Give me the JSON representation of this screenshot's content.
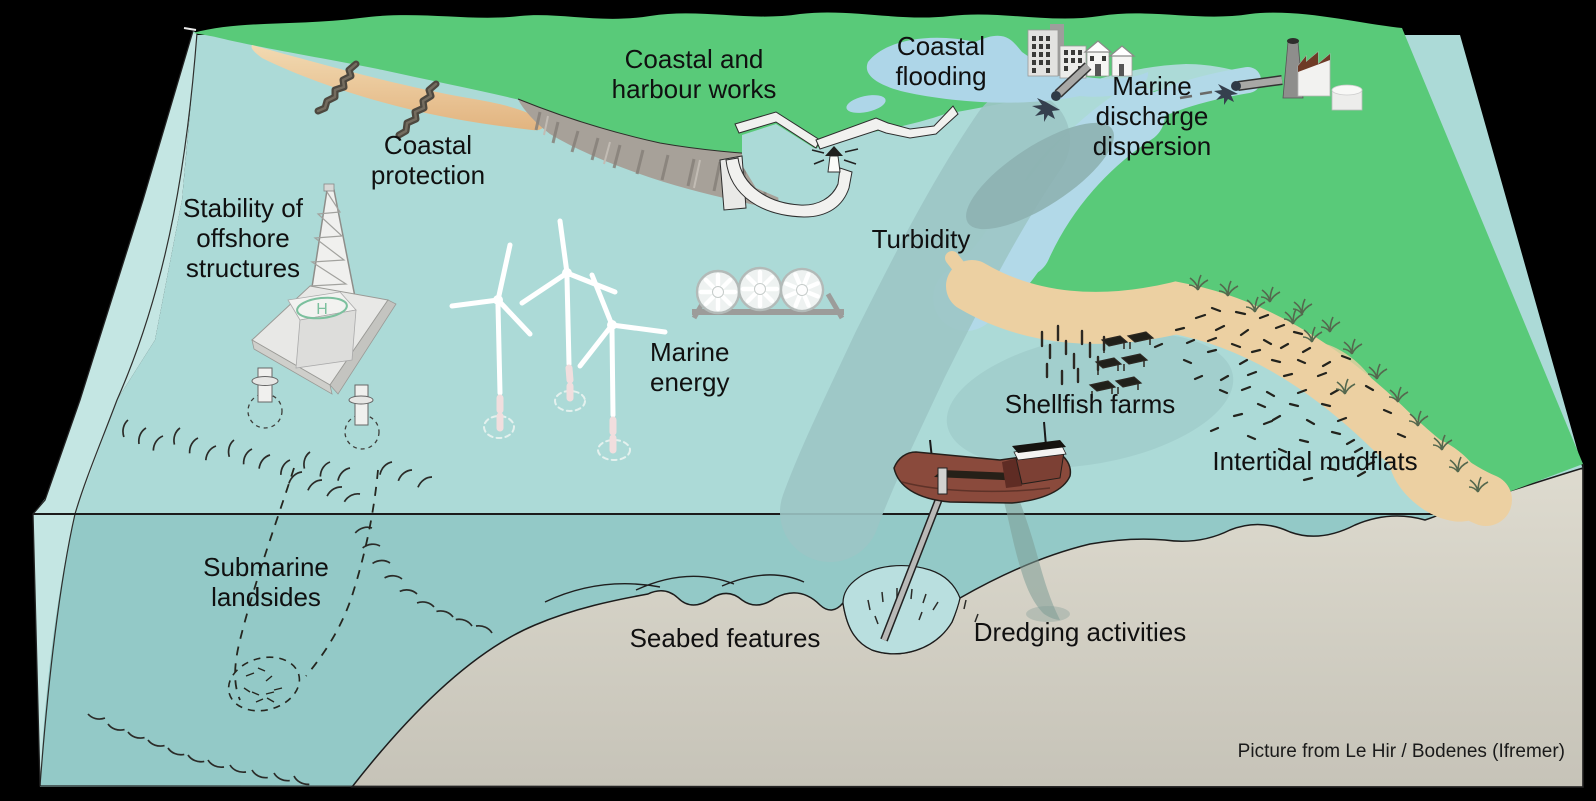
{
  "figure": {
    "type": "coastal-marine-processes-illustration",
    "credit": "Picture from Le Hir / Bodenes (Ifremer)"
  },
  "labels": {
    "coastal_harbour_works": {
      "text": "Coastal and\nharbour works"
    },
    "coastal_flooding": {
      "text": "Coastal\nflooding"
    },
    "marine_discharge_dispersion": {
      "text": "Marine\ndischarge\ndispersion"
    },
    "coastal_protection": {
      "text": "Coastal\nprotection"
    },
    "stability_offshore_structures": {
      "text": "Stability of\noffshore\nstructures"
    },
    "turbidity": {
      "text": "Turbidity"
    },
    "marine_energy": {
      "text": "Marine\nenergy"
    },
    "shellfish_farms": {
      "text": "Shellfish farms"
    },
    "intertidal_mudflats": {
      "text": "Intertidal mudflats"
    },
    "submarine_landsides": {
      "text": "Submarine\nlandsides"
    },
    "seabed_features": {
      "text": "Seabed features"
    },
    "dredging_activities": {
      "text": "Dredging activities"
    },
    "helipad": {
      "text": "H"
    }
  },
  "colors": {
    "background": "#000000",
    "land_green": "#59ca79",
    "sea_surface": "#acdad7",
    "underwater_face": "#93c9c7",
    "left_face": "#c4e6e3",
    "seabed_gray_top": "#dcd9cd",
    "seabed_gray_bottom": "#c6c3b8",
    "sand": "#ecd0a2",
    "estuary_blue": "#b2d9e8",
    "flood_blue": "#aed6e8",
    "turbidity_teal": "#9cc5c5",
    "turbidity_dark": "#8db1b1",
    "cliff_gray": "#a7a199",
    "quay_white": "#f1f1ef",
    "ship_hull": "#8a4a3c",
    "plume_gray": "#7e9c95",
    "helipad_green": "#7cc09e",
    "text": "#101010"
  },
  "icons": [
    "oil-platform-icon",
    "wind-turbine-icon",
    "tidal-turbine-icon",
    "lighthouse-icon",
    "harbour-icon",
    "groyne-icon",
    "city-buildings-icon",
    "house-icon",
    "outfall-pipe-icon",
    "factory-icon",
    "dredger-ship-icon",
    "shellfish-farm-icon",
    "grass-tuft-icon"
  ]
}
